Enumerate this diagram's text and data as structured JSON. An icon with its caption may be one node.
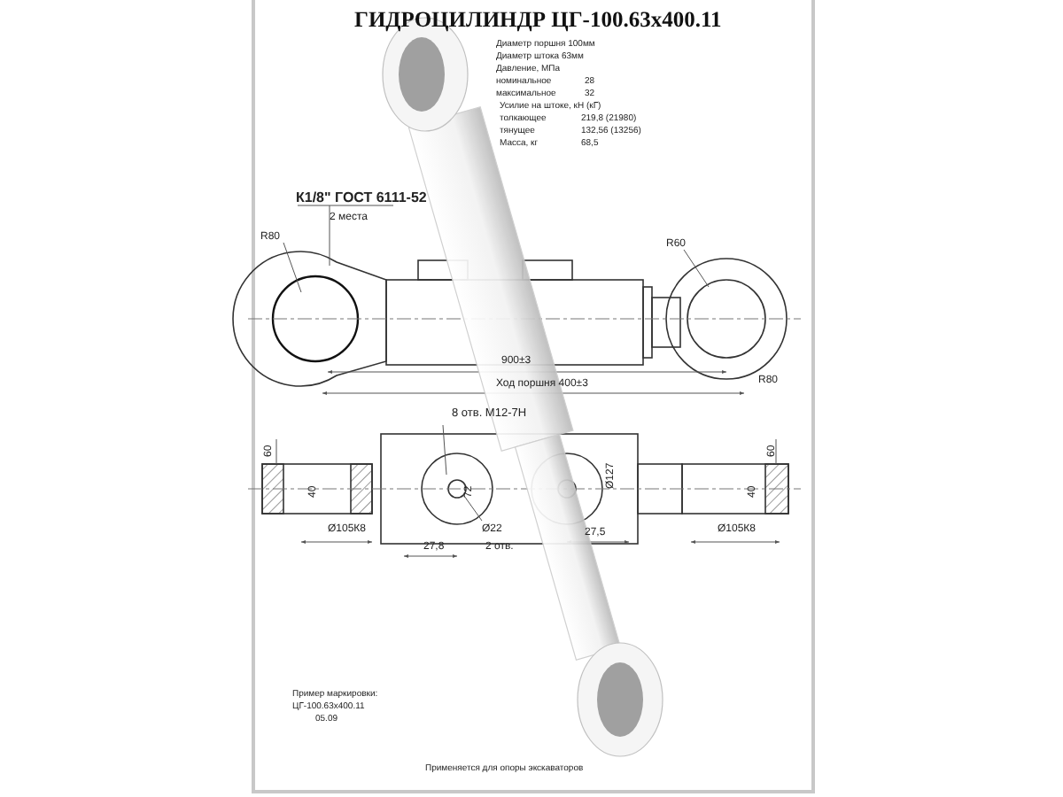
{
  "diagram": {
    "title": "ГИДРОЦИЛИНДР ЦГ-100.63х400.11",
    "labels": [
      "Диаметр поршня 100мм",
      "Диаметр штока 63мм",
      "Давление, МПа",
      "номинальное",
      "28",
      "максимальное",
      "32",
      "Усилие на штоке, кН (кГ)",
      "толкающее",
      "219,8 (21980)",
      "тянущее",
      "132,56 (13256)",
      "Масса, кг",
      "68,5",
      "К1/8\" ГОСТ 6111-52",
      "2 места",
      "R80",
      "R60",
      "R80",
      "900±3",
      "Ход поршня 400±3",
      "8 отв. М12-7Н",
      "60",
      "40",
      "72",
      "Ø127",
      "40",
      "60",
      "Ø105К8",
      "Ø22",
      "27,8",
      "2 отв.",
      "27,5",
      "Ø105К8",
      "Пример маркировки:",
      "ЦГ-100.63х400.11",
      "05.09",
      "Применяется для опоры экскаваторов"
    ]
  }
}
